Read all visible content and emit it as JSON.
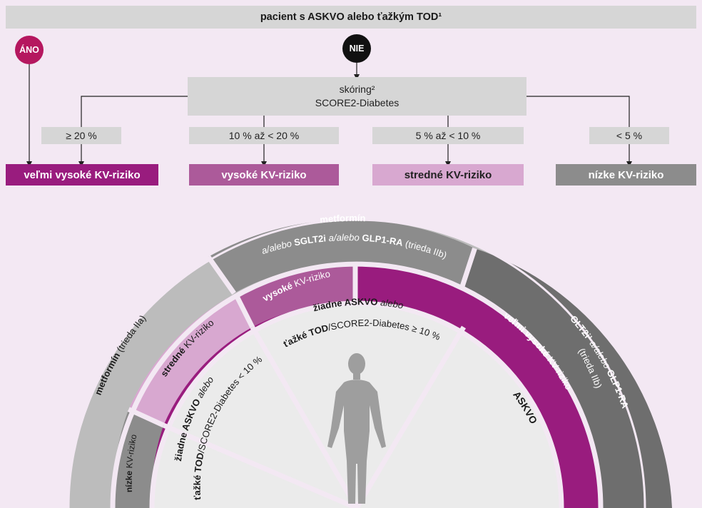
{
  "header": {
    "title": "pacient s ASKVO alebo ťažkým TOD¹"
  },
  "branches": {
    "yes": "ÁNO",
    "no": "NIE"
  },
  "scoring": {
    "line1": "skóring²",
    "line2": "SCORE2-Diabetes"
  },
  "thresholds": [
    "≥ 20 %",
    "10 %  až < 20 %",
    "5 %  až < 10 %",
    "< 5 %"
  ],
  "risk_levels": {
    "very_high": "veľmi vysoké KV-riziko",
    "high": "vysoké KV-riziko",
    "moderate": "stredné KV-riziko",
    "low": "nízke KV-riziko"
  },
  "arc": {
    "outer_top_line1": "metformín",
    "outer_top_line2_a": "a/alebo ",
    "outer_top_line2_b": "SGLT2i",
    "outer_top_line2_c": " a/alebo ",
    "outer_top_line2_d": "GLP1-RA",
    "outer_top_line2_e": " (trieda IIb)",
    "outer_left_a": "metformín",
    "outer_left_b": " (trieda IIa)",
    "outer_right_line1_a": "SGLT2i¹",
    "outer_right_line1_b": " a/alebo ",
    "outer_right_line1_c": "GLP1-RA²",
    "outer_right_line2": "(trieda IIb)",
    "mid_high_a": "vysoké",
    "mid_high_b": " KV-riziko",
    "mid_moderate_a": "stredné",
    "mid_moderate_b": " KV-riziko",
    "mid_low_a": "nízke",
    "mid_low_b": " KV-riziko",
    "mid_veryhigh_a": "veľmi vysoké",
    "mid_veryhigh_b": " KV-riziko",
    "inner_top_line1_a": "žiadne ASKVO",
    "inner_top_line1_b": " alebo",
    "inner_top_line2_a": "ťažké TOD",
    "inner_top_line2_b": "/SCORE2-Diabetes ≥ 10 %",
    "inner_left_line1_a": "žiadne ASKVO",
    "inner_left_line1_b": " alebo",
    "inner_left_line2_a": "ťažké TOD",
    "inner_left_line2_b": "/SCORE2-Diabetes < 10 %",
    "inner_right": "ASKVO"
  },
  "colors": {
    "background": "#f3e8f3",
    "grey_light": "#d6d6d6",
    "grey_mid": "#bcbcbc",
    "grey_dark": "#8c8c8c",
    "grey_darker": "#6e6e6e",
    "magenta_dark": "#991c7e",
    "magenta_mid": "#ac5a9a",
    "magenta_light": "#d8a8d0",
    "yes_circle": "#b5175f",
    "no_circle": "#111111",
    "inner_band": "#ebebeb",
    "human_figure": "#9e9e9e"
  }
}
